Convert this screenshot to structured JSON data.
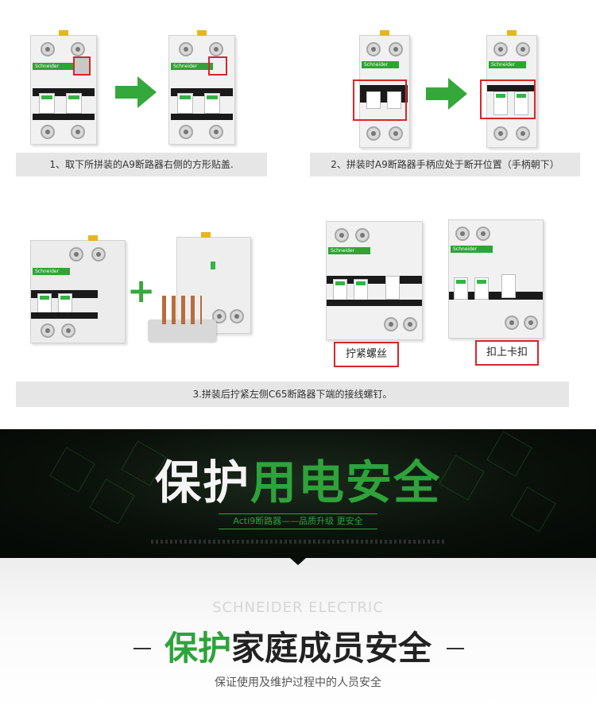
{
  "steps": [
    {
      "caption": "1、取下所拼装的A9断路器右侧的方形贴盖."
    },
    {
      "caption": "2、拼装时A9断路器手柄应处于断开位置（手柄朝下）"
    },
    {
      "caption": "3.拼装后拧紧左侧C65断路器下端的接线螺钉。"
    }
  ],
  "callouts": {
    "tighten": "拧紧螺丝",
    "clip": "扣上卡扣"
  },
  "plus_symbol": "+",
  "brand_text": "Schneider",
  "banner": {
    "title_white": "保护",
    "title_green": "用电安全",
    "subtitle": "Acti9断路器——品质升级 更安全"
  },
  "lower": {
    "watermark": "SCHNEIDER ELECTRIC",
    "title_green": "保护",
    "title_dark": "家庭成员安全",
    "subtitle": "保证使用及维护过程中的人员安全"
  },
  "colors": {
    "accent_green": "#2ea33a",
    "highlight_red": "#d6262b",
    "caption_bg": "#e6e6e6"
  }
}
